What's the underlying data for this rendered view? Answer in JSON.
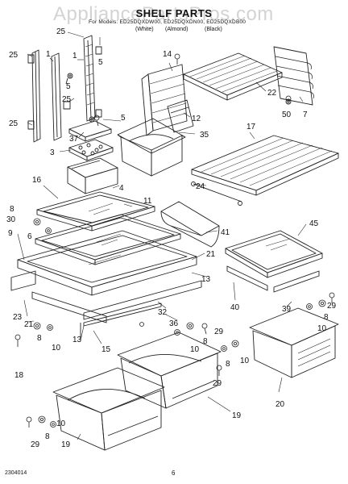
{
  "watermark": "AppliancePartsPros.com",
  "title": "SHELF PARTS",
  "models_line": "For Models: ED25DQXDW00, ED25DQXDN00, ED25DQXDB00",
  "variants": [
    "(White)",
    "(Almond)",
    "(Black)"
  ],
  "doc_number": "2304014",
  "page_number": "6",
  "callouts": [
    "1",
    "3",
    "4",
    "5",
    "6",
    "7",
    "8",
    "9",
    "10",
    "11",
    "12",
    "13",
    "14",
    "15",
    "16",
    "17",
    "18",
    "19",
    "20",
    "21",
    "22",
    "23",
    "24",
    "25",
    "29",
    "30",
    "32",
    "35",
    "36",
    "37",
    "39",
    "40",
    "41",
    "45",
    "50"
  ]
}
